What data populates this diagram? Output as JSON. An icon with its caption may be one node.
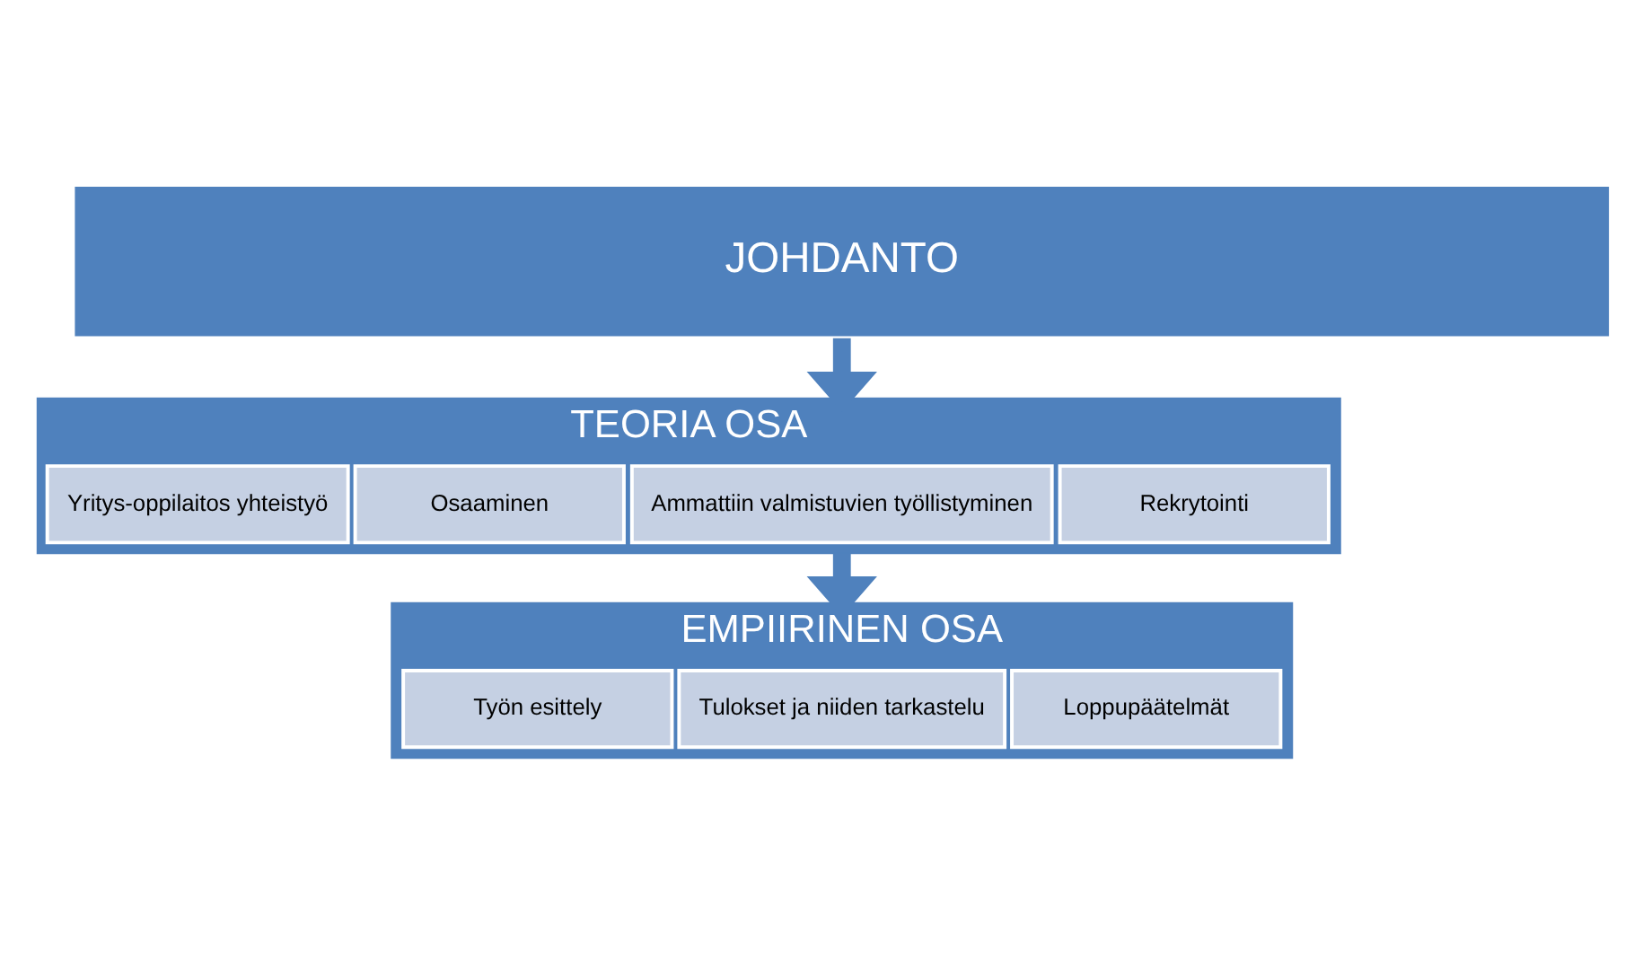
{
  "diagram": {
    "nodes": [
      {
        "text": [
          "JOHDANTO"
        ]
      },
      {
        "text": [
          "TEORIA OSA"
        ]
      },
      {
        "text": [
          "Yritys-oppilaitos yhteistyö"
        ],
        "in": 1
      },
      {
        "text": [
          "Osaaminen"
        ],
        "in": 1
      },
      {
        "text": [
          "Ammattiin valmistuvien työllistyminen"
        ],
        "in": 1
      },
      {
        "text": [
          "Rekrytointi"
        ],
        "in": 1
      },
      {
        "text": [
          "EMPIIRINEN OSA"
        ]
      },
      {
        "text": [
          "Työn esittely"
        ],
        "in": 6
      },
      {
        "text": [
          "Tulokset ja niiden tarkastelu"
        ],
        "in": 6
      },
      {
        "text": [
          "Loppupäätelmät"
        ],
        "in": 6
      }
    ],
    "edges": [
      {
        "from": 0,
        "to": 1,
        "arrow": "to"
      },
      {
        "from": 1,
        "to": 6,
        "arrow": "to"
      }
    ]
  }
}
